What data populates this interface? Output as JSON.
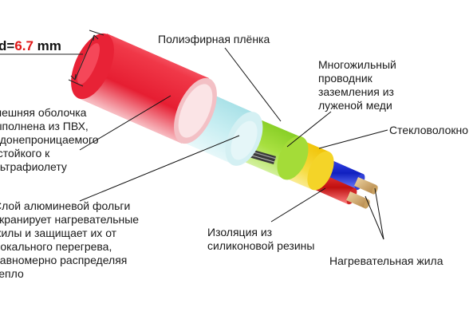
{
  "diameter": {
    "prefix": "d=",
    "value": "6.7",
    "unit": " mm"
  },
  "labels": {
    "polyester_film": "Полиэфирная плёнка",
    "ground_conductor": "Многожильный\nпроводник\nзаземления из\nлуженой меди",
    "fiberglass": "Стекловолокно",
    "outer_sheath": "Внешняя оболочка\nвыполнена из ПВХ,\nводонепроницаемого\nи стойкого к\nультрафиолету",
    "foil_layer": "Слой алюминевой фольги\nэкранирует нагревательные\nжилы и защищает их от\nлокального перегрева,\nравномерно распределяя\nтепло",
    "silicone_insulation": "Изоляция из\nсиликоновой резины",
    "heating_core": "Нагревательная жила"
  },
  "colors": {
    "sheath": "#e8283c",
    "foil": "#bfe8ec",
    "film": "#9ed832",
    "fiberglass": "#f0d020",
    "core_blue": "#2030d0",
    "core_red": "#d02020",
    "copper": "#d8b070",
    "dimension_red": "#e01818"
  }
}
